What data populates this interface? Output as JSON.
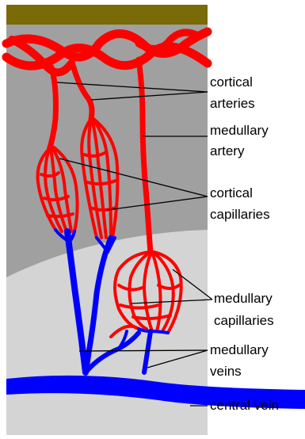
{
  "labels": {
    "cortical_arteries": [
      "cortical",
      "arteries"
    ],
    "medullary_artery": [
      "medullary",
      "artery"
    ],
    "cortical_capillaries": [
      "cortical",
      "capillaries"
    ],
    "medullary_capillaries": [
      "medullary",
      "capillaries"
    ],
    "medullary_veins": [
      "medullary",
      "veins"
    ],
    "central_vein": [
      "central vein"
    ]
  },
  "colors": {
    "surface": "#7a6a08",
    "cortex": "#a0a0a0",
    "medulla": "#d4d4d4",
    "artery": "#ff0000",
    "vein": "#0000ff",
    "leader": "#000000"
  }
}
